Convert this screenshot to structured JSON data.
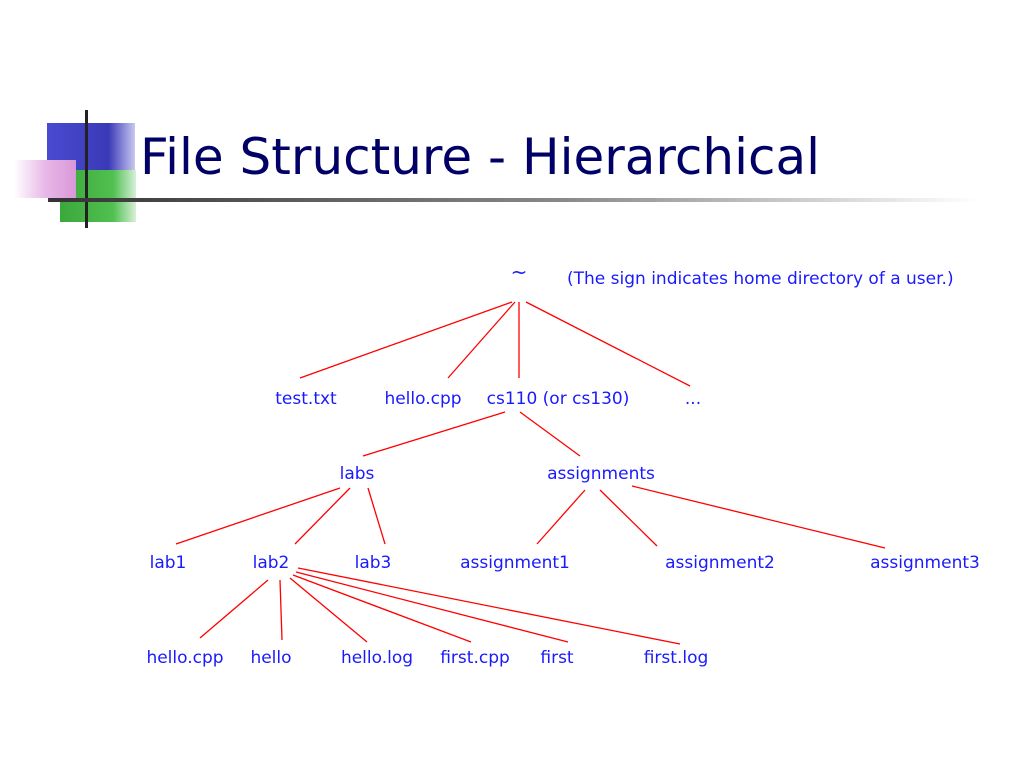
{
  "slide": {
    "title": "File Structure - Hierarchical"
  },
  "tree": {
    "root": {
      "label": "~",
      "note": "(The sign indicates home directory of a user.)"
    },
    "level1": [
      "test.txt",
      "hello.cpp",
      "cs110 (or cs130)",
      "..."
    ],
    "level2": [
      "labs",
      "assignments"
    ],
    "labs_children": [
      "lab1",
      "lab2",
      "lab3"
    ],
    "assignments_children": [
      "assignment1",
      "assignment2",
      "assignment3"
    ],
    "lab2_children": [
      "hello.cpp",
      "hello",
      "hello.log",
      "first.cpp",
      "first",
      "first.log"
    ]
  },
  "colors": {
    "title": "#000066",
    "node_text": "#1a1aff",
    "edge": "#ff0000",
    "decor_blue": "#4040c0",
    "decor_green": "#40b040",
    "decor_pink": "#e8b0e8",
    "rule": "#333333"
  }
}
